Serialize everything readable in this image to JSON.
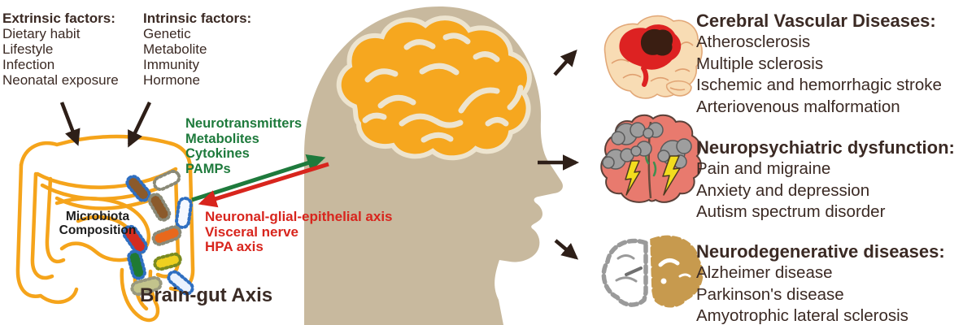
{
  "figure_title": "Brain-gut Axis",
  "colors": {
    "text_dark": "#3B2A24",
    "gut_outline": "#F5A41B",
    "head_fill": "#C8B99E",
    "brain_fill": "#F6A71F",
    "brain_line": "#EDE4CF",
    "signal_green": "#1E7A3C",
    "pathway_red": "#D8251D",
    "arrow_dark": "#2E1F18"
  },
  "factors": {
    "extrinsic": {
      "title": "Extrinsic factors:",
      "items": [
        "Dietary habit",
        "Lifestyle",
        "Infection",
        "Neonatal exposure"
      ]
    },
    "intrinsic": {
      "title": "Intrinsic factors:",
      "items": [
        "Genetic",
        "Metabolite",
        "Immunity",
        "Hormone"
      ]
    }
  },
  "gut_label": {
    "line1": "Microbiota",
    "line2": "Composition"
  },
  "gut_to_brain_signals": {
    "items": [
      "Neurotransmitters",
      "Metabolites",
      "Cytokines",
      "PAMPs"
    ]
  },
  "brain_to_gut_pathways": {
    "items": [
      "Neuronal-glial-epithelial axis",
      "Visceral nerve",
      "HPA axis"
    ]
  },
  "axis_label": "Brain-gut Axis",
  "disease_groups": [
    {
      "icon": "vascular-brain-icon",
      "title": "Cerebral Vascular Diseases:",
      "items": [
        "Atherosclerosis",
        "Multiple sclerosis",
        "Ischemic and hemorrhagic stroke",
        "Arteriovenous malformation"
      ]
    },
    {
      "icon": "psychiatric-brain-icon",
      "title": "Neuropsychiatric dysfunction:",
      "items": [
        "Pain and migraine",
        "Anxiety and depression",
        "Autism spectrum disorder"
      ]
    },
    {
      "icon": "neurodegenerative-brain-icon",
      "title": "Neurodegenerative diseases:",
      "items": [
        "Alzheimer disease",
        "Parkinson's disease",
        "Amyotrophic lateral sclerosis"
      ]
    }
  ]
}
